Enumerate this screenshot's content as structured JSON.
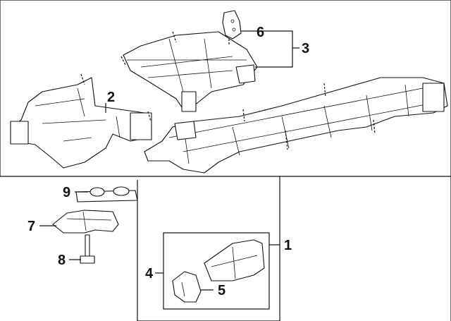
{
  "callouts": {
    "c1": "1",
    "c2": "2",
    "c3": "3",
    "c4": "4",
    "c5": "5",
    "c6": "6",
    "c7": "7",
    "c8": "8",
    "c9": "9"
  },
  "icons": {
    "rear_subframe": "rear-subframe-icon",
    "front_subframe": "front-subframe-icon",
    "main_frame": "main-frame-icon",
    "mount_bracket": "mount-bracket-icon",
    "small_bracket": "small-bracket-icon",
    "insulator_pads": "insulator-pads-icon",
    "cradle_bracket": "cradle-bracket-icon",
    "bolt": "bolt-icon",
    "frame_extension": "frame-extension-icon",
    "plate_bracket": "plate-bracket-icon"
  }
}
